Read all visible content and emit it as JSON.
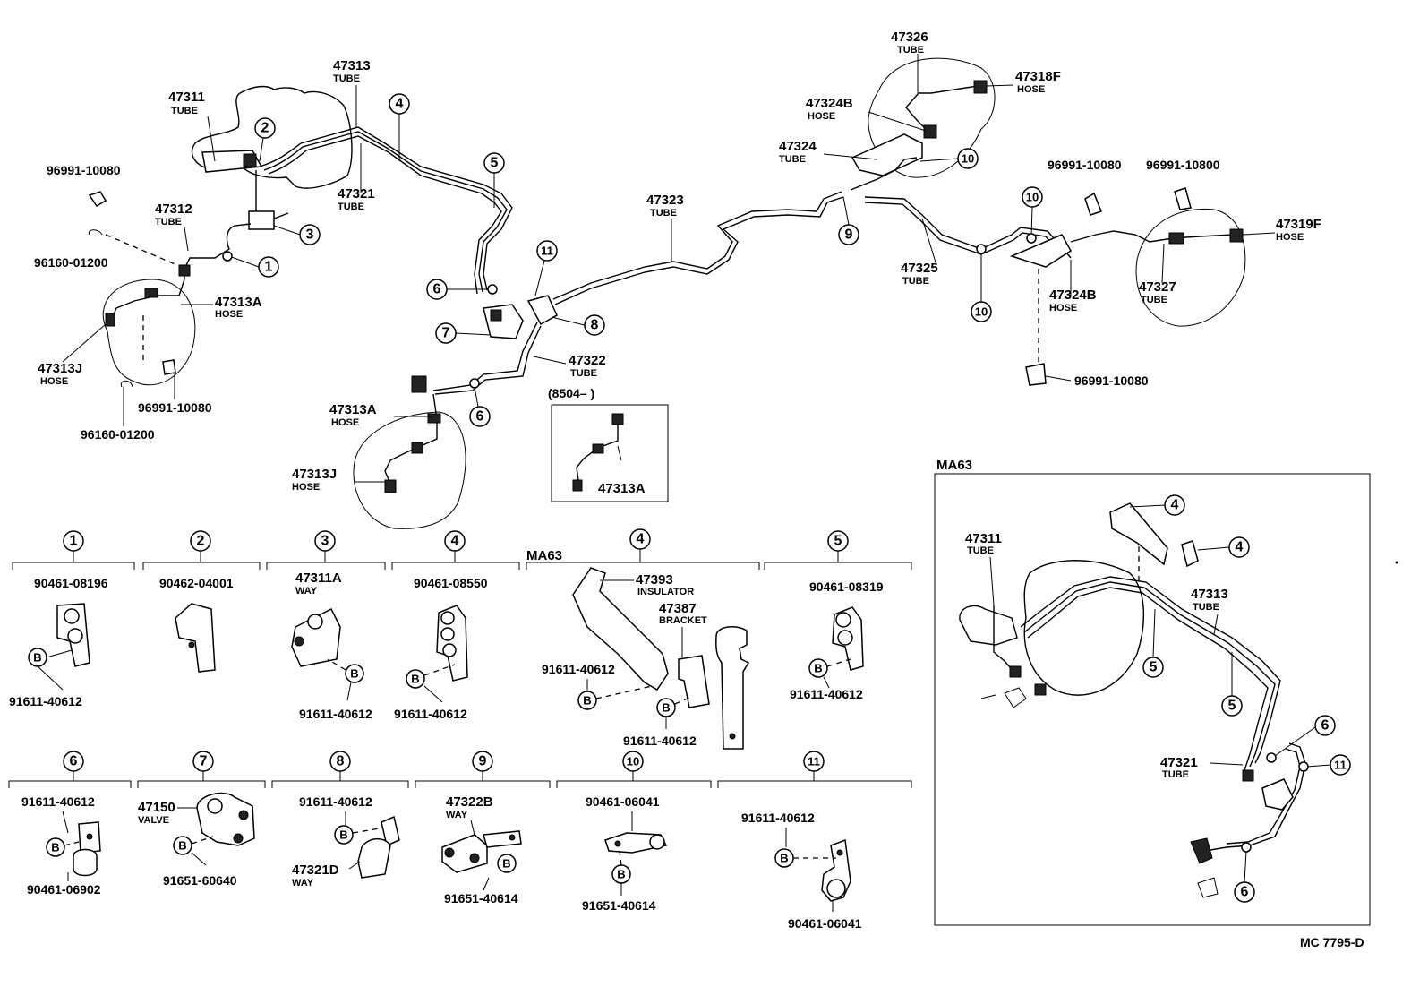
{
  "labels": {
    "p47326": "47326",
    "p47326_sub": "TUBE",
    "p47318F": "47318F",
    "p47318F_sub": "HOSE",
    "p47324B_top": "47324B",
    "p47324B_top_sub": "HOSE",
    "p47324": "47324",
    "p47324_sub": "TUBE",
    "p47311": "47311",
    "p47311_sub": "TUBE",
    "p47313": "47313",
    "p47313_sub": "TUBE",
    "p47321": "47321",
    "p47321_sub": "TUBE",
    "p47312": "47312",
    "p47312_sub": "TUBE",
    "p96991_a": "96991-10080",
    "p96160_a": "96160-01200",
    "p47313A_a": "47313A",
    "p47313A_a_sub": "HOSE",
    "p47313J_a": "47313J",
    "p47313J_a_sub": "HOSE",
    "p96991_b": "96991-10080",
    "p96160_b": "96160-01200",
    "p47323": "47323",
    "p47323_sub": "TUBE",
    "p47322": "47322",
    "p47322_sub": "TUBE",
    "p47313A_b": "47313A",
    "p47313A_b_sub": "HOSE",
    "p47313J_b": "47313J",
    "p47313J_b_sub": "HOSE",
    "inset_date": "(8504–          )",
    "p47313A_inset": "47313A",
    "p96991_c": "96991-10080",
    "p96991_10800": "96991-10800",
    "p47319F": "47319F",
    "p47319F_sub": "HOSE",
    "p47325": "47325",
    "p47325_sub": "TUBE",
    "p47324B_bot": "47324B",
    "p47324B_bot_sub": "HOSE",
    "p47327": "47327",
    "p47327_sub": "TUBE",
    "p96991_d": "96991-10080",
    "ma63_box": "MA63",
    "ma63_47311": "47311",
    "ma63_47311_sub": "TUBE",
    "ma63_47313": "47313",
    "ma63_47313_sub": "TUBE",
    "ma63_47321": "47321",
    "ma63_47321_sub": "TUBE",
    "footer_code": "MC  7795-D"
  },
  "details": {
    "d1": {
      "a": "90461-08196",
      "b": "91611-40612"
    },
    "d2": {
      "a": "90462-04001"
    },
    "d3": {
      "a": "47311A",
      "a_sub": "WAY",
      "b": "91611-40612"
    },
    "d4": {
      "a": "90461-08550",
      "b": "91611-40612"
    },
    "d4ma": {
      "title": "MA63",
      "a": "47393",
      "a_sub": "INSULATOR",
      "b": "47387",
      "b_sub": "BRACKET",
      "c": "91611-40612",
      "d": "91611-40612"
    },
    "d5": {
      "a": "90461-08319",
      "b": "91611-40612"
    },
    "d6": {
      "a": "91611-40612",
      "b": "90461-06902"
    },
    "d7": {
      "a": "47150",
      "a_sub": "VALVE",
      "b": "91651-60640"
    },
    "d8": {
      "a": "91611-40612",
      "b": "47321D",
      "b_sub": "WAY"
    },
    "d9": {
      "a": "47322B",
      "a_sub": "WAY",
      "b": "91651-40614"
    },
    "d10": {
      "a": "90461-06041",
      "b": "91651-40614"
    },
    "d11": {
      "a": "91611-40612",
      "b": "90461-06041"
    }
  },
  "callouts": [
    "1",
    "2",
    "3",
    "4",
    "5",
    "6",
    "7",
    "8",
    "9",
    "10",
    "11"
  ],
  "bolt_mark": "B"
}
